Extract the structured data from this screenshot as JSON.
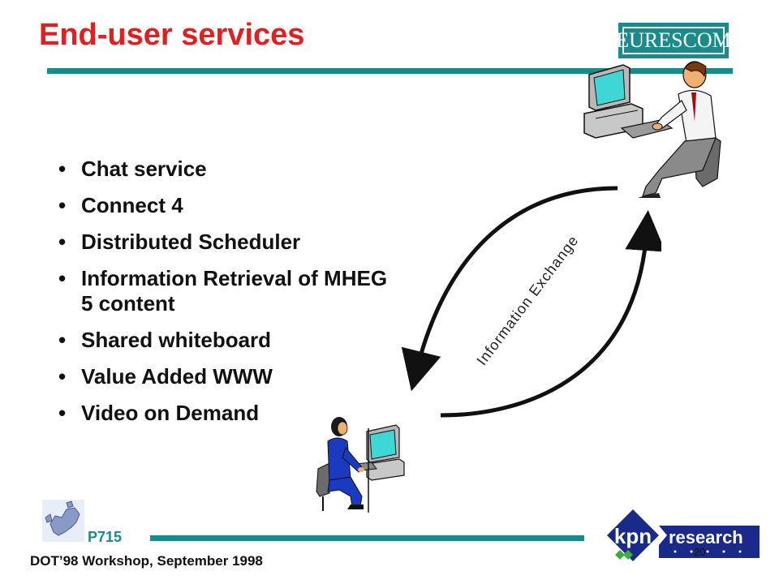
{
  "slide": {
    "title": "End-user services",
    "bullets": [
      "Chat service",
      "Connect 4",
      "Distributed Scheduler",
      "Information Retrieval of MHEG 5 content",
      "Shared whiteboard",
      "Value Added WWW",
      "Video on Demand"
    ],
    "bullet_glyph": "•",
    "diagram_label": "Information Exchange"
  },
  "logos": {
    "eurescom_text": "EURESCOM",
    "kpn_text": "kpn",
    "research_text": "research"
  },
  "footer": {
    "project_code": "P715",
    "event": "DOT’98 Workshop, September 1998",
    "page_number": "20"
  },
  "colors": {
    "title": "#e02020",
    "accent": "#1a8a8a",
    "kpn_navy": "#1a2a8a",
    "kpn_green": "#3ab03a"
  },
  "icons": [
    "eurescom-logo",
    "man-at-computer-icon",
    "woman-at-computer-icon",
    "europe-map-icon",
    "kpn-research-logo"
  ]
}
